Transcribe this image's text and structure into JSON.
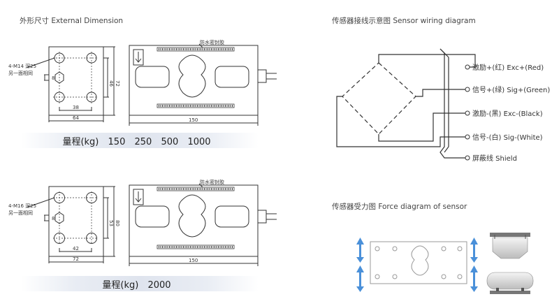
{
  "external_dimension": {
    "title": "外形尺寸 External Dimension",
    "top": {
      "thread_note_1": "4-M14 深25",
      "thread_note_2": "另一面相同",
      "dims": {
        "w_inner": "38",
        "w_outer": "64",
        "h_inner": "46",
        "h_outer": "72",
        "side": "8",
        "length": "150"
      },
      "seal_label": "防水密封胶",
      "capacity": {
        "label": "量程(kg)",
        "values": [
          "150",
          "250",
          "500",
          "1000"
        ]
      }
    },
    "bottom": {
      "thread_note_1": "4-M16 深25",
      "thread_note_2": "另一面相同",
      "dims": {
        "w_inner": "42",
        "w_outer": "72",
        "h_inner": "53",
        "h_outer": "80",
        "side": "8",
        "length": "150"
      },
      "seal_label": "防水密封胶",
      "capacity": {
        "label": "量程(kg)",
        "values": [
          "2000"
        ]
      }
    }
  },
  "wiring": {
    "title": "传感器接线示意图 Sensor wiring diagram",
    "wires": [
      {
        "label": "激励+(红) Exc+(Red)"
      },
      {
        "label": "信号+(绿) Sig+(Green)"
      },
      {
        "label": "激励-(黑) Exc-(Black)"
      },
      {
        "label": "信号-(白) Sig-(White)"
      },
      {
        "label": "屏蔽线 Shield"
      }
    ]
  },
  "force": {
    "title": "传感器受力图 Force diagram of sensor"
  },
  "colors": {
    "line": "#333333",
    "arrow_blue": "#4a90d9",
    "band": "#dfe4ee"
  }
}
